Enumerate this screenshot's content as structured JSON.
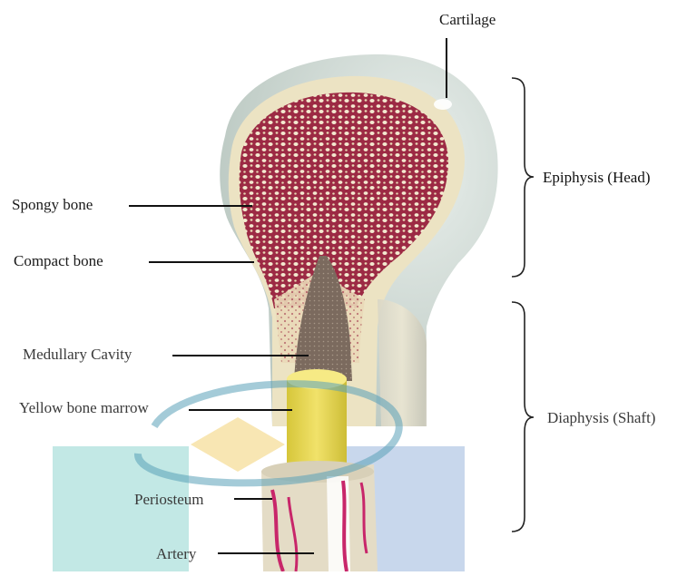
{
  "labels": {
    "cartilage": "Cartilage",
    "spongy_bone": "Spongy bone",
    "compact_bone": "Compact bone",
    "medullary_cavity": "Medullary  Cavity",
    "yellow_bone_marrow": "Yellow  bone marrow",
    "periosteum": "Periosteum",
    "artery": "Artery",
    "epiphysis": "Epiphysis (Head)",
    "diaphysis": "Diaphysis (Shaft)"
  },
  "colors": {
    "cartilage": "#c9d4cf",
    "compact_bone": "#ece3c3",
    "spongy_bone": "#a8304a",
    "marrow": "#e8d94a",
    "artery": "#c8266a",
    "watermark_teal": "#8fd6d0",
    "watermark_blue": "#9bb6dc"
  }
}
